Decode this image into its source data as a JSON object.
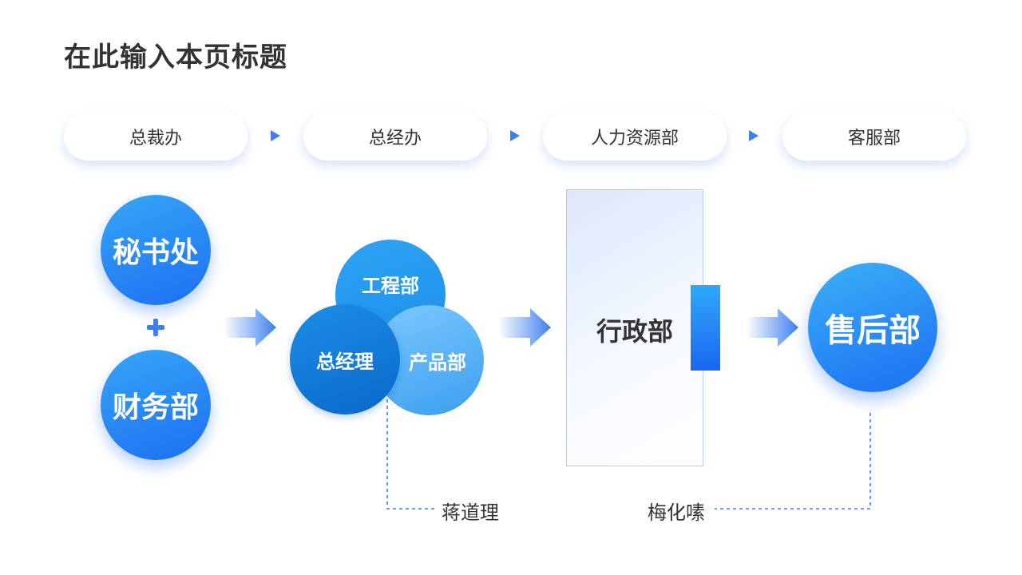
{
  "page": {
    "title": "在此输入本页标题"
  },
  "top_flow": [
    "总裁办",
    "总经办",
    "人力资源部",
    "客服部"
  ],
  "left_group": {
    "top": "秘书处",
    "bottom": "财务部"
  },
  "middle_group": {
    "engineering": "工程部",
    "general_manager": "总经理",
    "product": "产品部"
  },
  "admin": {
    "label": "行政部"
  },
  "after_sales": {
    "label": "售后部"
  },
  "people": {
    "left": "蒋道理",
    "right": "梅化嗉"
  },
  "colors": {
    "accent": "#1c6ff2",
    "light_accent": "#36a6f7",
    "text": "#333333"
  },
  "icons": [
    "plus-icon",
    "arrow-right-icon",
    "triangle-right-icon"
  ]
}
